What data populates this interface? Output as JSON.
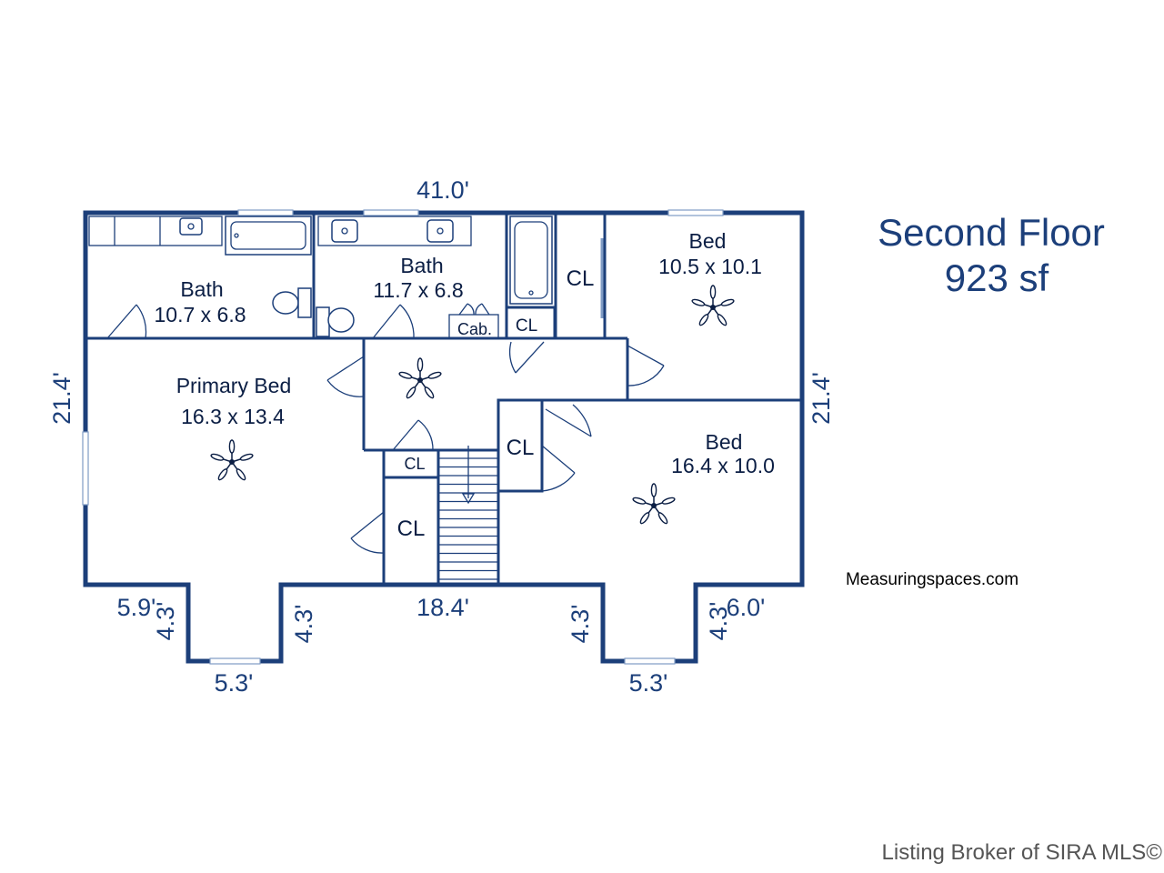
{
  "title": {
    "line1": "Second Floor",
    "line2": "923 sf"
  },
  "rooms": {
    "bath_left": {
      "name": "Bath",
      "size": "10.7 x 6.8"
    },
    "bath_mid": {
      "name": "Bath",
      "size": "11.7 x 6.8"
    },
    "bed_top_right": {
      "name": "Bed",
      "size": "10.5 x 10.1"
    },
    "primary_bed": {
      "name": "Primary Bed",
      "size": "16.3 x 13.4"
    },
    "bed_bottom_right": {
      "name": "Bed",
      "size": "16.4 x 10.0"
    }
  },
  "labels": {
    "cab": "Cab.",
    "cl_bath": "CL",
    "cl_bed_top": "CL",
    "cl_hall_small": "CL",
    "cl_hall_large": "CL",
    "cl_stair_right": "CL"
  },
  "dimensions": {
    "top": "41.0'",
    "left": "21.4'",
    "right": "21.4'",
    "bottom_mid": "18.4'",
    "bay_left_width": "5.3'",
    "bay_right_width": "5.3'",
    "left_offset": "5.9'",
    "right_offset": "6.0'",
    "bay_left_depth_a": "4.3'",
    "bay_left_depth_b": "4.3'",
    "bay_right_depth_a": "4.3'",
    "bay_right_depth_b": "4.3'"
  },
  "credit": "Measuringspaces.com",
  "broker": "Listing Broker of SIRA MLS©",
  "colors": {
    "wall": "#1c3f7a",
    "text": "#0b1e44",
    "background": "#ffffff"
  }
}
